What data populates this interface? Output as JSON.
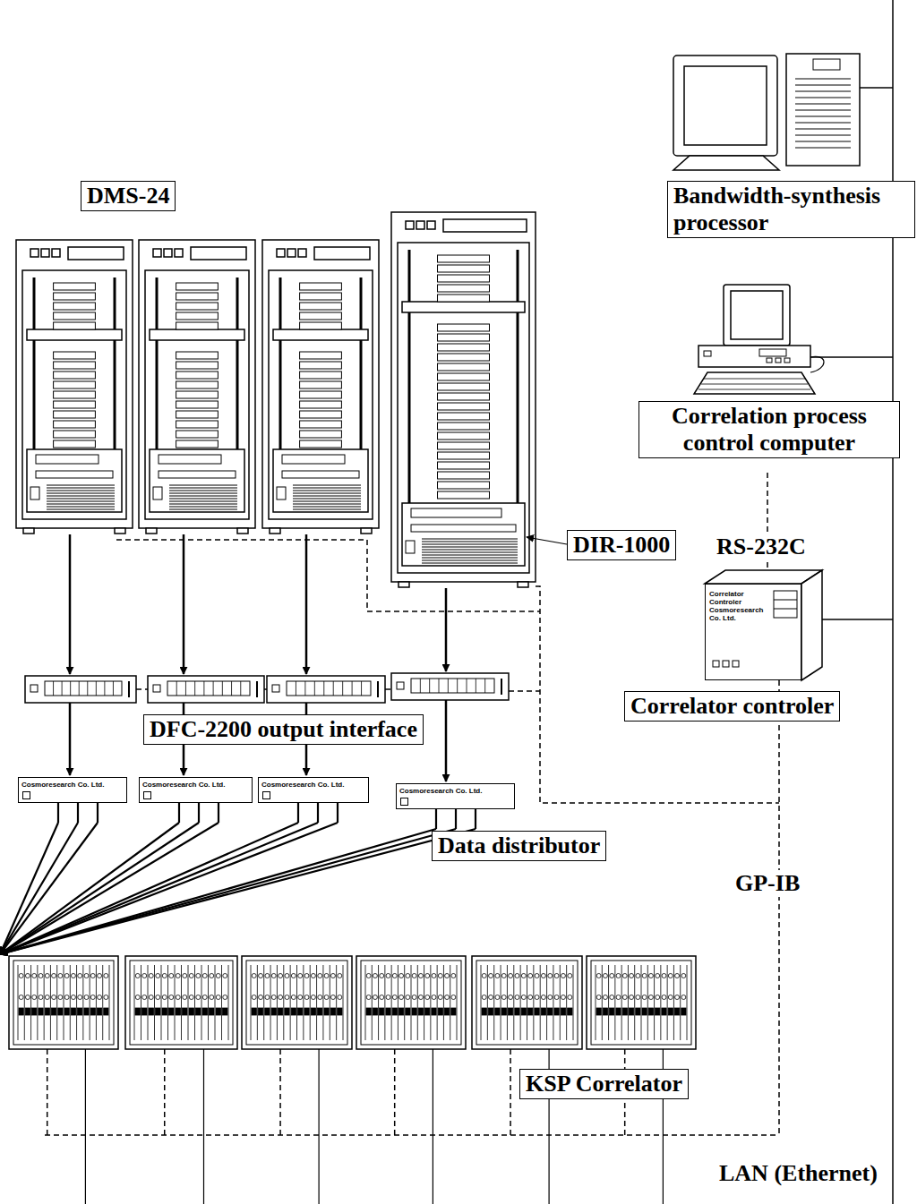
{
  "diagram": {
    "nodes": [
      {
        "text": [
          "DMS-24"
        ]
      },
      {
        "text": [
          "Bandwidth-synthesis processor"
        ]
      },
      {
        "text": [
          "Correlation process control computer"
        ]
      },
      {
        "text": [
          "DIR-1000"
        ]
      },
      {
        "text": [
          "Correlator Controler Cosmoresearch Co. Ltd."
        ]
      },
      {
        "text": [
          "Correlator controler"
        ]
      },
      {
        "text": [
          "DFC-2200 output interface"
        ]
      },
      {
        "text": [
          "Cosmoresearch Co. Ltd."
        ]
      },
      {
        "text": [
          "Cosmoresearch Co. Ltd."
        ]
      },
      {
        "text": [
          "Cosmoresearch Co. Ltd."
        ]
      },
      {
        "text": [
          "Cosmoresearch Co. Ltd."
        ]
      },
      {
        "text": [
          "Data distributor"
        ]
      },
      {
        "text": [
          "KSP Correlator"
        ]
      }
    ],
    "labels": [
      "RS-232C",
      "GP-IB",
      "LAN (Ethernet)"
    ]
  }
}
